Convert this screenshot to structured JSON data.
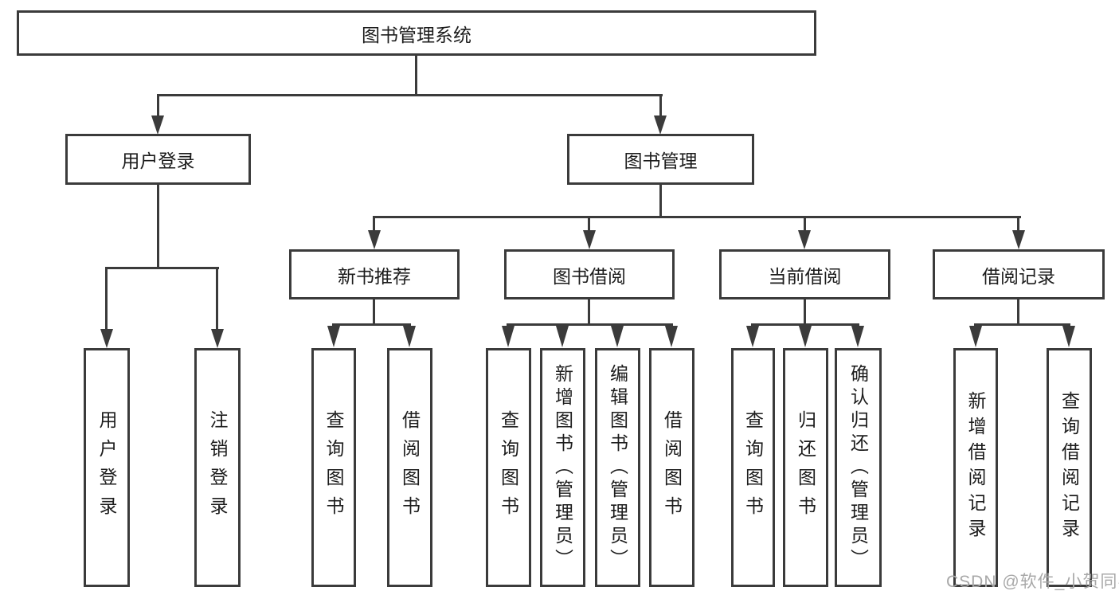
{
  "diagram": {
    "root": {
      "label": "图书管理系统"
    },
    "level2": {
      "user_login": {
        "label": "用户登录"
      },
      "book_management": {
        "label": "图书管理"
      }
    },
    "level3": {
      "new_book_recommend": {
        "label": "新书推荐"
      },
      "book_borrow": {
        "label": "图书借阅"
      },
      "current_borrow": {
        "label": "当前借阅"
      },
      "borrow_record": {
        "label": "借阅记录"
      }
    },
    "leaves": {
      "user_login": {
        "label": "用户登录"
      },
      "logout": {
        "label": "注销登录"
      },
      "nb_query_book": {
        "label": "查询图书"
      },
      "nb_borrow_book": {
        "label": "借阅图书"
      },
      "bb_query_book": {
        "label": "查询图书"
      },
      "bb_add_book": {
        "label": "新增图书（管理员）"
      },
      "bb_edit_book": {
        "label": "编辑图书（管理员）"
      },
      "bb_borrow_book": {
        "label": "借阅图书"
      },
      "cb_query_book": {
        "label": "查询图书"
      },
      "cb_return_book": {
        "label": "归还图书"
      },
      "cb_confirm_return": {
        "label": "确认归还（管理员）"
      },
      "br_add_record": {
        "label": "新增借阅记录"
      },
      "br_query_record": {
        "label": "查询借阅记录"
      }
    }
  },
  "watermark": {
    "text": "CSDN @软件_小贺同学"
  },
  "colors": {
    "line": "#3b3b3b",
    "box_border": "#3b3b3b",
    "text": "#1c1c1c",
    "watermark": "#a8a8a8",
    "background": "#ffffff"
  }
}
